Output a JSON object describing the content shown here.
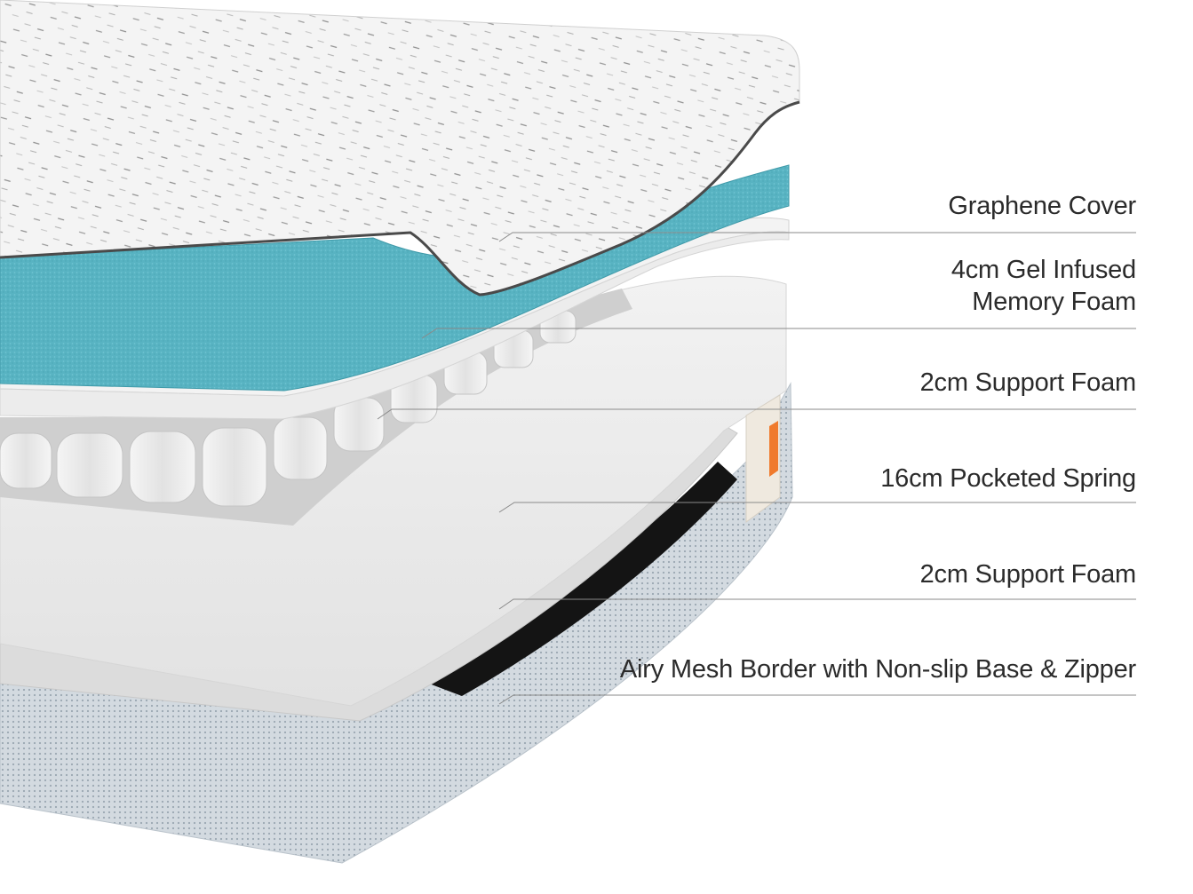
{
  "colors": {
    "text": "#2b2b2b",
    "leader_line": "#8a8a8a",
    "cover": "#f3f3f3",
    "gel_foam": "#5cb8c6",
    "support_foam": "#f1f1f1",
    "springs": "#dcdcdc",
    "base_foam": "#e9e9e9",
    "mesh_border": "#c9d1d8",
    "tag_accent": "#f07a2c"
  },
  "layers": [
    {
      "id": "graphene-cover",
      "lines": [
        "Graphene Cover"
      ]
    },
    {
      "id": "gel-memory-foam",
      "lines": [
        "4cm Gel Infused",
        "Memory Foam"
      ]
    },
    {
      "id": "support-foam-top",
      "lines": [
        "2cm Support Foam"
      ]
    },
    {
      "id": "pocketed-spring",
      "lines": [
        "16cm Pocketed Spring"
      ]
    },
    {
      "id": "support-foam-bottom",
      "lines": [
        "2cm Support Foam"
      ]
    },
    {
      "id": "mesh-border",
      "lines": [
        "Airy Mesh Border with Non-slip Base & Zipper"
      ]
    }
  ]
}
